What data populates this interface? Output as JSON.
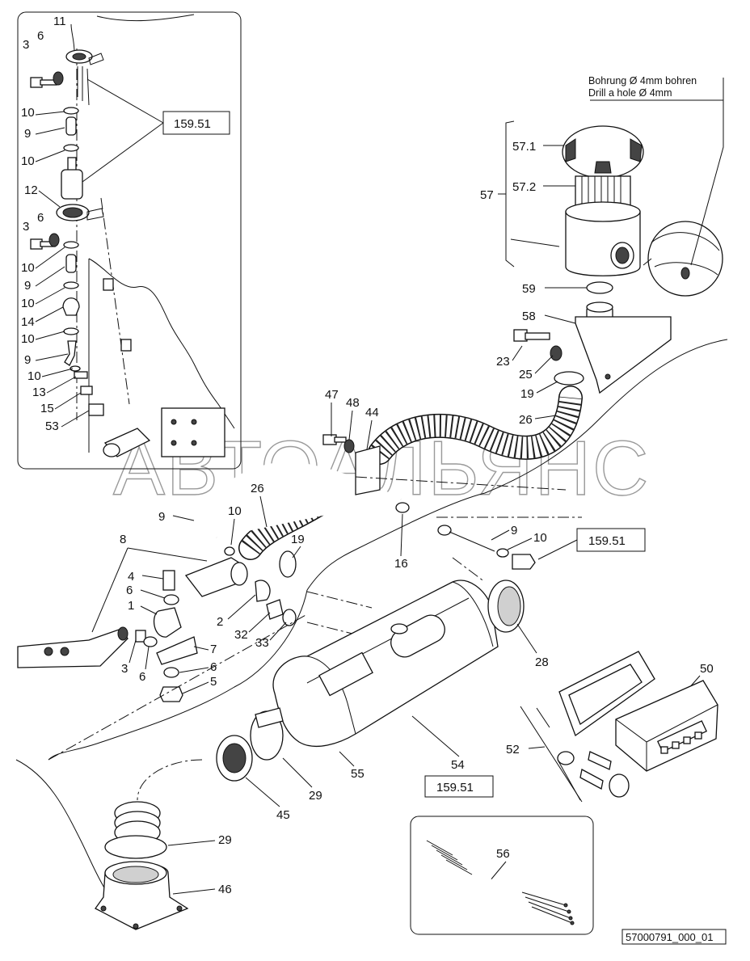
{
  "watermark": "АВТОАЛЬЯНС",
  "drawing_code": "57000791_000_01",
  "note": {
    "line1": "Bohrung Ø 4mm bohren",
    "line2": "Drill a hole Ø 4mm"
  },
  "ref_boxes": [
    "159.51",
    "159.51",
    "159.51"
  ],
  "callouts": {
    "inset": [
      "11",
      "3",
      "6",
      "10",
      "9",
      "10",
      "12",
      "3",
      "6",
      "10",
      "9",
      "10",
      "14",
      "10",
      "9",
      "10",
      "13",
      "15",
      "53"
    ],
    "filter": [
      "57.1",
      "57.2",
      "57",
      "59",
      "58",
      "23",
      "25",
      "19",
      "26"
    ],
    "middle": [
      "47",
      "48",
      "44",
      "9",
      "10",
      "26",
      "19",
      "16",
      "9",
      "10"
    ],
    "left": [
      "8",
      "4",
      "6",
      "1",
      "3",
      "6",
      "7",
      "6",
      "5",
      "2",
      "32",
      "33"
    ],
    "heater": [
      "28",
      "50",
      "52",
      "54",
      "55",
      "29",
      "45",
      "29",
      "46",
      "56"
    ]
  }
}
